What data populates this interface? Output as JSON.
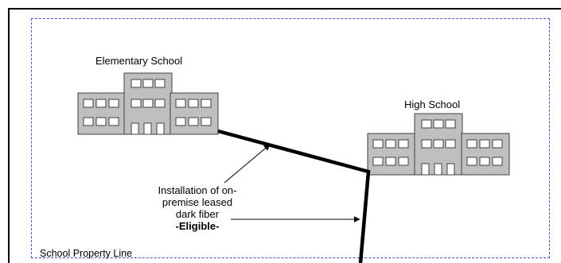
{
  "labels": {
    "elementary_school": "Elementary School",
    "high_school": "High School",
    "property_line": "School Property Line"
  },
  "annotation": {
    "lines": [
      "Installation of on-",
      "premise leased",
      "dark fiber"
    ],
    "eligible": "-Eligible-"
  },
  "colors": {
    "building_fill": "#bfbfbf",
    "building_stroke": "#404040",
    "window_fill": "#ffffff",
    "fiber": "#000000",
    "property_line": "#4a52c8"
  }
}
